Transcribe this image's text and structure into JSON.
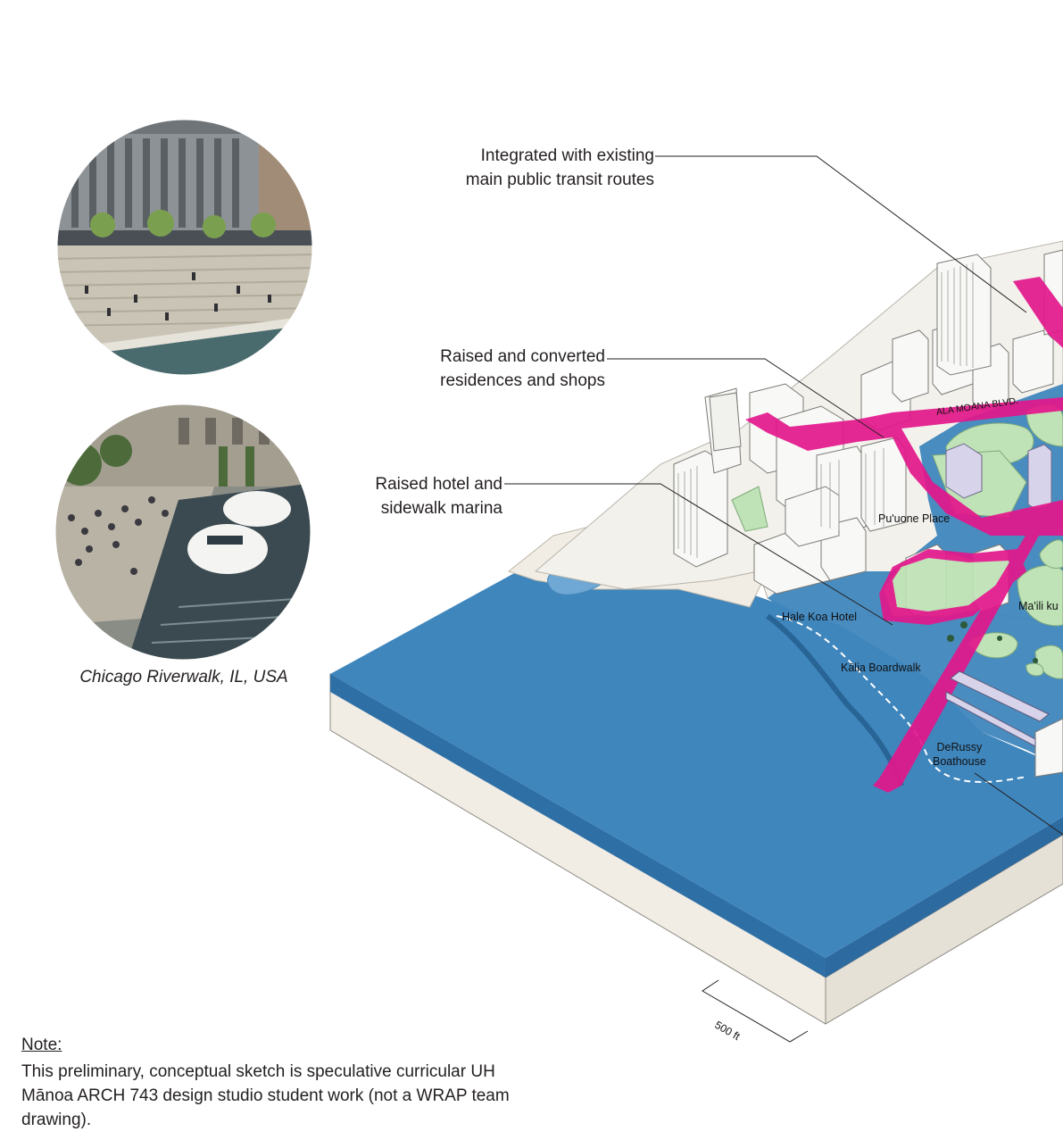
{
  "callouts": {
    "transit": "Integrated with existing\nmain public transit routes",
    "residences": "Raised and converted\nresidences and shops",
    "hotel": "Raised hotel and\nsidewalk marina"
  },
  "precedent": {
    "caption": "Chicago Riverwalk, IL, USA"
  },
  "map_labels": {
    "road": "ALA MOANA BLVD.",
    "puuone": "Pu'uone Place",
    "hale_koa": "Hale Koa Hotel",
    "mailikai": "Ma'ili ku",
    "kalia": "Kālia Boardwalk",
    "derussy": "DeRussy\nBoathouse",
    "scale": "500 ft"
  },
  "note": {
    "heading": "Note:",
    "body": "This preliminary, conceptual sketch is speculative curricular UH Mānoa ARCH 743 design studio student work (not a WRAP team drawing)."
  },
  "colors": {
    "water": "#3f86bd",
    "magenta": "#e3178b",
    "sand": "#f1ede4",
    "green": "#bfe3b6"
  }
}
